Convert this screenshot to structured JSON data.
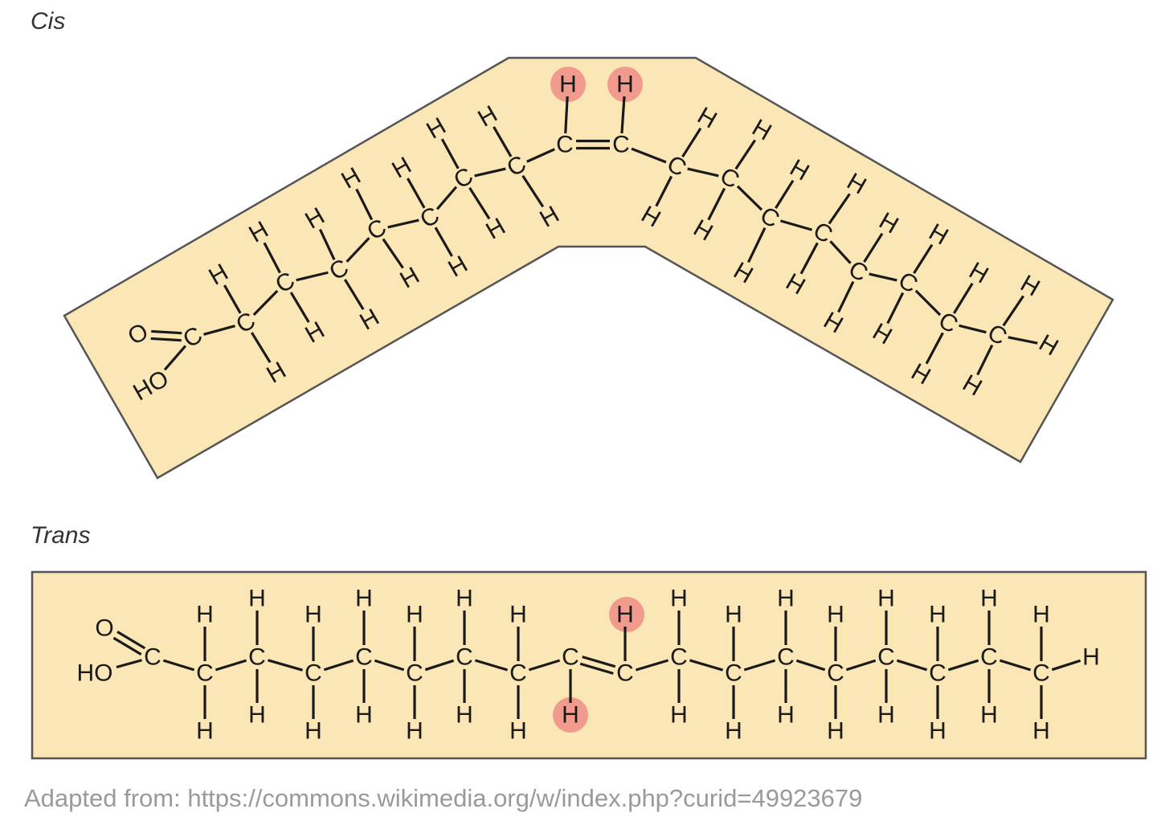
{
  "cis": {
    "label": "Cis",
    "carbon_symbol": "C",
    "hydrogen_symbol": "H",
    "oxygen_symbol": "O",
    "hydroxyl_label": "HO",
    "highlight_color": "#f19b8e",
    "band_color": "#fbe6b6"
  },
  "trans": {
    "label": "Trans",
    "carbon_symbol": "C",
    "hydrogen_symbol": "H",
    "oxygen_symbol": "O",
    "hydroxyl_label": "HO",
    "highlight_color": "#f19b8e",
    "band_color": "#fbe6b6"
  },
  "caption": "Adapted from: https://commons.wikimedia.org/w/index.php?curid=49923679"
}
